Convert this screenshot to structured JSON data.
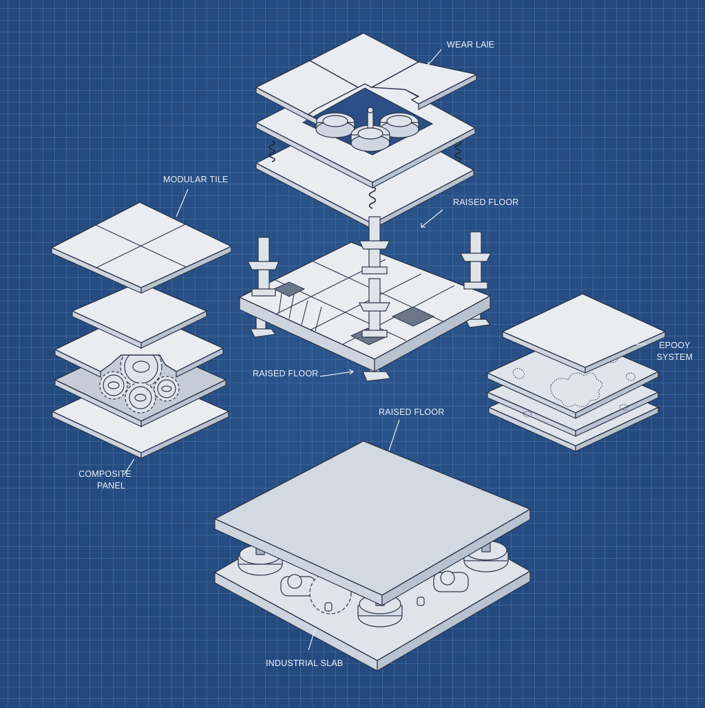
{
  "diagram": {
    "type": "isometric exploded technical illustration",
    "background": {
      "style": "blueprint grid",
      "color": "#23497e",
      "grid_color": "#7aa0d2"
    },
    "labels": {
      "wear_layer": "WEAR LAlE",
      "raised_floor_top": "RAISED FLOOR",
      "modular_tile": "MODULAR TILE",
      "raised_floor_mid": "RAISED FLOOR",
      "epoxy_system_line1": "EPOOY",
      "epoxy_system_line2": "SYSTEM",
      "raised_floor_bottom": "RAISED FLOOR",
      "composite_panel_line1": "COMPOSITE",
      "composite_panel_line2": "PANEL",
      "industrial_slab": "INDUSTRIAL SLAB"
    },
    "assemblies": [
      {
        "name": "Raised floor stack with wear layer tiles, pedestal heads and springs",
        "position": "top-center"
      },
      {
        "name": "Modular tile / composite panel exploded stack with gears",
        "position": "left"
      },
      {
        "name": "Raised floor platform with pedestals and vent grilles",
        "position": "center"
      },
      {
        "name": "Epoxy system layered plates",
        "position": "right"
      },
      {
        "name": "Industrial slab with leveling mechanisms",
        "position": "bottom-center"
      }
    ]
  }
}
